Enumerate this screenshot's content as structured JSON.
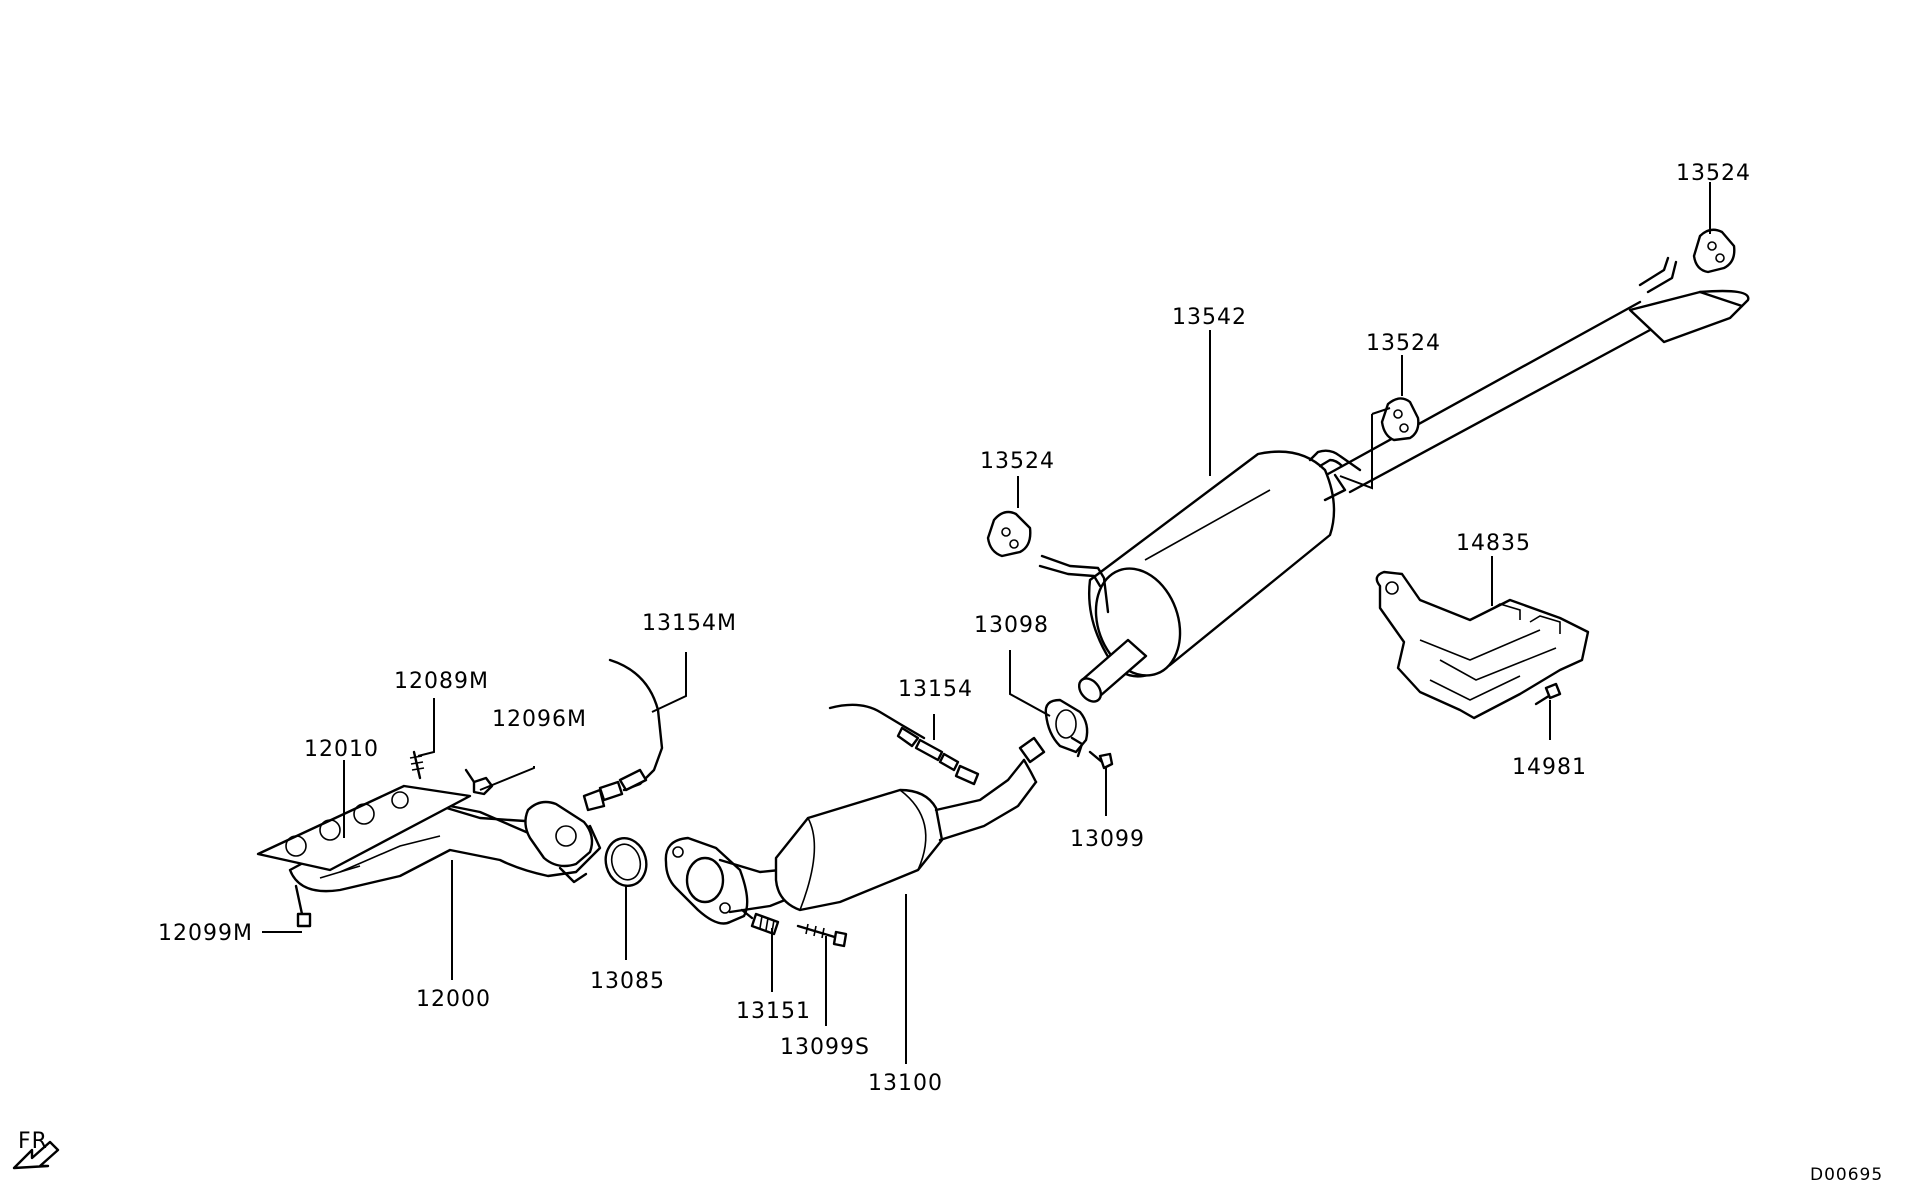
{
  "parts": [
    {
      "id": "p13524a",
      "label": "13524"
    },
    {
      "id": "p13542",
      "label": "13542"
    },
    {
      "id": "p13524b",
      "label": "13524"
    },
    {
      "id": "p13524c",
      "label": "13524"
    },
    {
      "id": "p14835",
      "label": "14835"
    },
    {
      "id": "p14981",
      "label": "14981"
    },
    {
      "id": "p13154M",
      "label": "13154M"
    },
    {
      "id": "p13098",
      "label": "13098"
    },
    {
      "id": "p13154",
      "label": "13154"
    },
    {
      "id": "p13099",
      "label": "13099"
    },
    {
      "id": "p12089M",
      "label": "12089M"
    },
    {
      "id": "p12096M",
      "label": "12096M"
    },
    {
      "id": "p12010",
      "label": "12010"
    },
    {
      "id": "p12099M",
      "label": "12099M"
    },
    {
      "id": "p12000",
      "label": "12000"
    },
    {
      "id": "p13085",
      "label": "13085"
    },
    {
      "id": "p13151",
      "label": "13151"
    },
    {
      "id": "p13099S",
      "label": "13099S"
    },
    {
      "id": "p13100",
      "label": "13100"
    }
  ],
  "orientation": {
    "label": "FR"
  },
  "diagram_code": "D00695"
}
